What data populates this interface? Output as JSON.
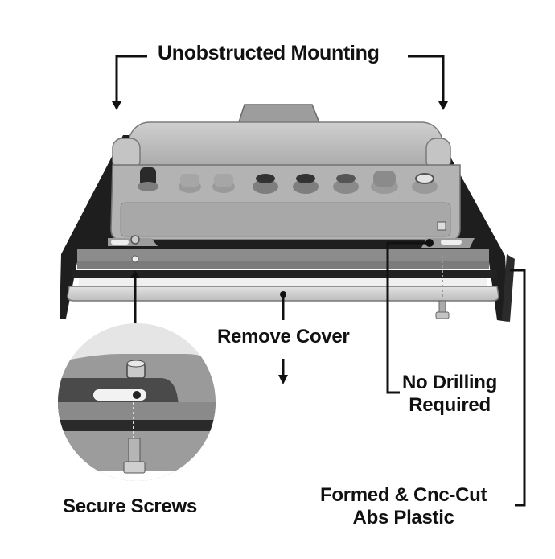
{
  "labels": {
    "unobstructed": "Unobstructed Mounting",
    "remove_cover": "Remove Cover",
    "no_drilling_line1": "No Drilling",
    "no_drilling_line2": "Required",
    "secure_screws": "Secure Screws",
    "abs_line1": "Formed & Cnc-Cut",
    "abs_line2": "Abs Plastic"
  },
  "colors": {
    "bracket": "#1e1e1e",
    "device_body": "#b9b9b9",
    "device_light": "#d2d2d2",
    "callout_line": "#111111"
  },
  "icons": {
    "arrow": "arrow-down-icon",
    "screw": "screw-icon",
    "hex_nut": "hex-nut-icon"
  }
}
